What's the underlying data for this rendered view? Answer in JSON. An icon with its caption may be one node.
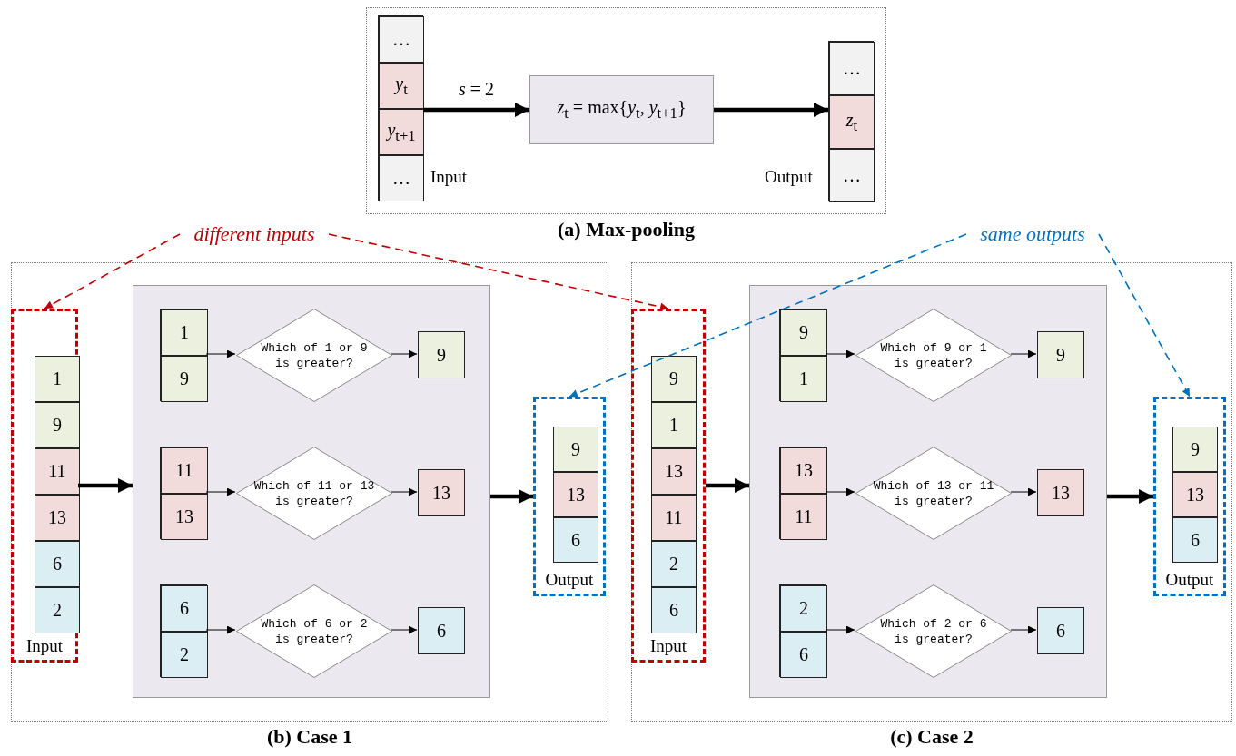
{
  "diagram": {
    "nodes": [
      {
        "text": [
          "(a) Max-pooling"
        ]
      },
      {
        "text": [],
        "shape": "box",
        "in": 0,
        "beside": [
          "Input"
        ]
      },
      {
        "text": [
          "…"
        ],
        "in": 1
      },
      {
        "text": [
          "*y*$_{t}$"
        ],
        "in": 1
      },
      {
        "text": [
          "*y*$_{t+1}$"
        ],
        "in": 1
      },
      {
        "text": [
          "…"
        ],
        "in": 1
      },
      {
        "text": [
          "*z*$_{t}$ = max{*y*$_{t}$, *y*$_{t+1}$}"
        ],
        "in": 0
      },
      {
        "text": [],
        "shape": "box",
        "in": 0,
        "beside": [
          "Output"
        ]
      },
      {
        "text": [
          "…"
        ],
        "in": 7
      },
      {
        "text": [
          "*z*$_{t}$"
        ],
        "in": 7
      },
      {
        "text": [
          "…"
        ],
        "in": 7
      },
      {
        "text": [
          "(b) Case 1"
        ]
      },
      {
        "text": [
          "Input"
        ],
        "in": 11
      },
      {
        "text": [
          "1"
        ],
        "in": 12
      },
      {
        "text": [
          "9"
        ],
        "in": 12
      },
      {
        "text": [
          "11"
        ],
        "in": 12
      },
      {
        "text": [
          "13"
        ],
        "in": 12
      },
      {
        "text": [
          "6"
        ],
        "in": 12
      },
      {
        "text": [
          "2"
        ],
        "in": 12
      },
      {
        "text": [],
        "shape": "box",
        "in": 11
      },
      {
        "text": [],
        "shape": "box",
        "in": 19
      },
      {
        "text": [
          "1"
        ],
        "in": 20
      },
      {
        "text": [
          "9"
        ],
        "in": 20
      },
      {
        "text": [
          "Which of 1 or 9 is greater?"
        ],
        "in": 19
      },
      {
        "text": [
          "9"
        ],
        "in": 19
      },
      {
        "text": [],
        "shape": "box",
        "in": 19
      },
      {
        "text": [
          "11"
        ],
        "in": 25
      },
      {
        "text": [
          "13"
        ],
        "in": 25
      },
      {
        "text": [
          "Which of 11 or 13 is greater?"
        ],
        "in": 19
      },
      {
        "text": [
          "13"
        ],
        "in": 19
      },
      {
        "text": [],
        "shape": "box",
        "in": 19
      },
      {
        "text": [
          "6"
        ],
        "in": 30
      },
      {
        "text": [
          "2"
        ],
        "in": 30
      },
      {
        "text": [
          "Which of 6 or 2 is greater?"
        ],
        "in": 19
      },
      {
        "text": [
          "6"
        ],
        "in": 19
      },
      {
        "text": [
          "Output"
        ],
        "in": 11
      },
      {
        "text": [
          "9"
        ],
        "in": 35
      },
      {
        "text": [
          "13"
        ],
        "in": 35
      },
      {
        "text": [
          "6"
        ],
        "in": 35
      },
      {
        "text": [
          "(c) Case 2"
        ]
      },
      {
        "text": [
          "Input"
        ],
        "in": 39
      },
      {
        "text": [
          "9"
        ],
        "in": 40
      },
      {
        "text": [
          "1"
        ],
        "in": 40
      },
      {
        "text": [
          "13"
        ],
        "in": 40
      },
      {
        "text": [
          "11"
        ],
        "in": 40
      },
      {
        "text": [
          "2"
        ],
        "in": 40
      },
      {
        "text": [
          "6"
        ],
        "in": 40
      },
      {
        "text": [],
        "shape": "box",
        "in": 39
      },
      {
        "text": [],
        "shape": "box",
        "in": 47
      },
      {
        "text": [
          "9"
        ],
        "in": 48
      },
      {
        "text": [
          "1"
        ],
        "in": 48
      },
      {
        "text": [
          "Which of 9 or 1 is greater?"
        ],
        "in": 47
      },
      {
        "text": [
          "9"
        ],
        "in": 47
      },
      {
        "text": [],
        "shape": "box",
        "in": 47
      },
      {
        "text": [
          "13"
        ],
        "in": 53
      },
      {
        "text": [
          "11"
        ],
        "in": 53
      },
      {
        "text": [
          "Which of 13 or 11 is greater?"
        ],
        "in": 47
      },
      {
        "text": [
          "13"
        ],
        "in": 47
      },
      {
        "text": [],
        "shape": "box",
        "in": 47
      },
      {
        "text": [
          "2"
        ],
        "in": 58
      },
      {
        "text": [
          "6"
        ],
        "in": 58
      },
      {
        "text": [
          "Which of 2 or 6 is greater?"
        ],
        "in": 47
      },
      {
        "text": [
          "6"
        ],
        "in": 47
      },
      {
        "text": [
          "Output"
        ],
        "in": 39
      },
      {
        "text": [
          "9"
        ],
        "in": 63
      },
      {
        "text": [
          "13"
        ],
        "in": 63
      },
      {
        "text": [
          "6"
        ],
        "in": 63
      },
      {
        "text": [
          "different inputs"
        ]
      },
      {
        "text": [
          "same outputs"
        ]
      }
    ],
    "edges": [
      {
        "from": 1,
        "to": 6,
        "arrow": "to",
        "label": "*s* = 2",
        "style": "thick"
      },
      {
        "from": 6,
        "to": 7,
        "arrow": "to",
        "style": "thick"
      },
      {
        "from": 12,
        "to": 19,
        "arrow": "to",
        "style": "thick"
      },
      {
        "from": 20,
        "to": 23,
        "arrow": "to"
      },
      {
        "from": 23,
        "to": 24,
        "arrow": "to"
      },
      {
        "from": 25,
        "to": 28,
        "arrow": "to"
      },
      {
        "from": 28,
        "to": 29,
        "arrow": "to"
      },
      {
        "from": 30,
        "to": 33,
        "arrow": "to"
      },
      {
        "from": 33,
        "to": 34,
        "arrow": "to"
      },
      {
        "from": 19,
        "to": 35,
        "arrow": "to",
        "style": "thick"
      },
      {
        "from": 40,
        "to": 47,
        "arrow": "to",
        "style": "thick"
      },
      {
        "from": 48,
        "to": 51,
        "arrow": "to"
      },
      {
        "from": 51,
        "to": 52,
        "arrow": "to"
      },
      {
        "from": 53,
        "to": 56,
        "arrow": "to"
      },
      {
        "from": 56,
        "to": 57,
        "arrow": "to"
      },
      {
        "from": 58,
        "to": 61,
        "arrow": "to"
      },
      {
        "from": 61,
        "to": 62,
        "arrow": "to"
      },
      {
        "from": 47,
        "to": 63,
        "arrow": "to",
        "style": "thick"
      },
      {
        "from": 67,
        "to": 12,
        "arrow": "to",
        "style": "dashed",
        "color": "#c00000"
      },
      {
        "from": 67,
        "to": 40,
        "arrow": "to",
        "style": "dashed",
        "color": "#c00000"
      },
      {
        "from": 68,
        "to": 35,
        "arrow": "to",
        "style": "dashed",
        "color": "#0070c0"
      },
      {
        "from": 68,
        "to": 63,
        "arrow": "to",
        "style": "dashed",
        "color": "#0070c0"
      }
    ]
  }
}
